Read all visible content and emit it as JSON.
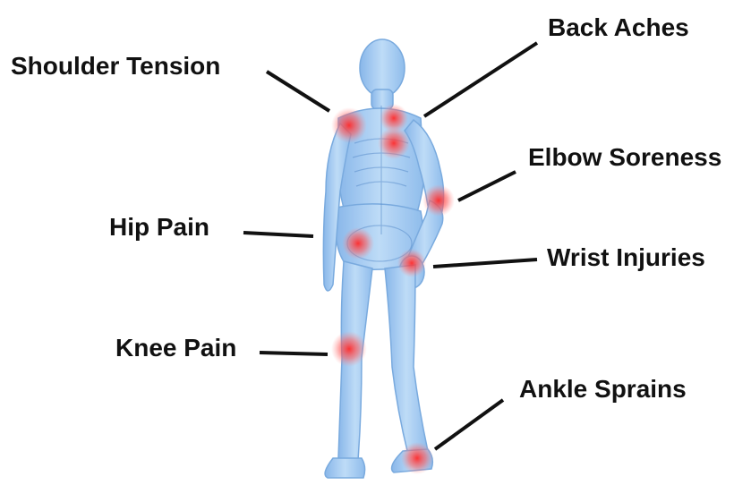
{
  "labels": {
    "shoulder": "Shoulder Tension",
    "back": "Back Aches",
    "elbow": "Elbow Soreness",
    "hip": "Hip Pain",
    "wrist": "Wrist Injuries",
    "knee": "Knee Pain",
    "ankle": "Ankle Sprains"
  },
  "colors": {
    "body": "#9cc6f2",
    "body_edge": "#6ea3dc",
    "pain": "#ff3b3b",
    "leader": "#111111",
    "text": "#111111"
  }
}
